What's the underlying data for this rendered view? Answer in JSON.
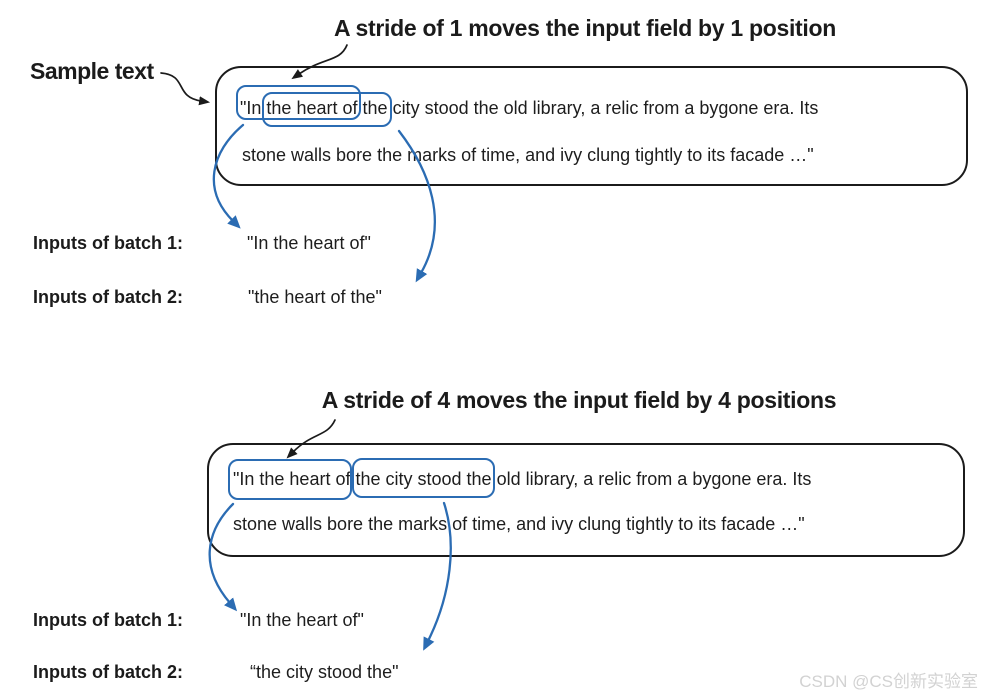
{
  "colors": {
    "accent_blue": "#2b6cb3",
    "ink": "#1b1b1b",
    "text": "#1d1d1d",
    "watermark": "#d2d2d2"
  },
  "stride1": {
    "title": "A stride of 1 moves the input field by 1 position",
    "sample_label": "Sample text",
    "line1_segments": [
      "\"In",
      " ",
      "the heart of",
      " ",
      "the",
      " ",
      "city stood the old library, a relic from a bygone era. Its"
    ],
    "line2": "stone walls bore the marks of time, and ivy clung tightly to its facade …\"",
    "batch1_label": "Inputs of batch 1:",
    "batch1_value": "\"In the heart of\"",
    "batch2_label": "Inputs of batch 2:",
    "batch2_value": "\"the heart of the\""
  },
  "stride4": {
    "title": "A stride of 4 moves the input field by 4 positions",
    "line1_segments": [
      "\"In the heart of",
      " ",
      "the city stood the",
      " ",
      "old library, a relic from a bygone era. Its"
    ],
    "line2": "stone walls bore the marks of time, and ivy clung tightly to its facade …\"",
    "batch1_label": "Inputs of batch 1:",
    "batch1_value": "\"In the heart of\"",
    "batch2_label": "Inputs of batch 2:",
    "batch2_value": "“the city stood the\""
  },
  "highlight_windows": [
    {
      "name": "stride1-window-batch1",
      "line": "s1-line1",
      "from": 0,
      "to": 2,
      "pads": [
        13,
        4,
        3,
        4
      ]
    },
    {
      "name": "stride1-window-batch2",
      "line": "s1-line1",
      "from": 2,
      "to": 4,
      "pads": [
        6,
        5,
        10,
        4
      ]
    },
    {
      "name": "stride4-window-batch1",
      "line": "s4-line1",
      "from": 0,
      "to": 0,
      "pads": [
        10,
        3,
        12,
        5
      ]
    },
    {
      "name": "stride4-window-batch2",
      "line": "s4-line1",
      "from": 2,
      "to": 2,
      "pads": [
        11,
        4,
        10,
        3
      ]
    }
  ],
  "watermark": "CSDN @CS创新实验室"
}
